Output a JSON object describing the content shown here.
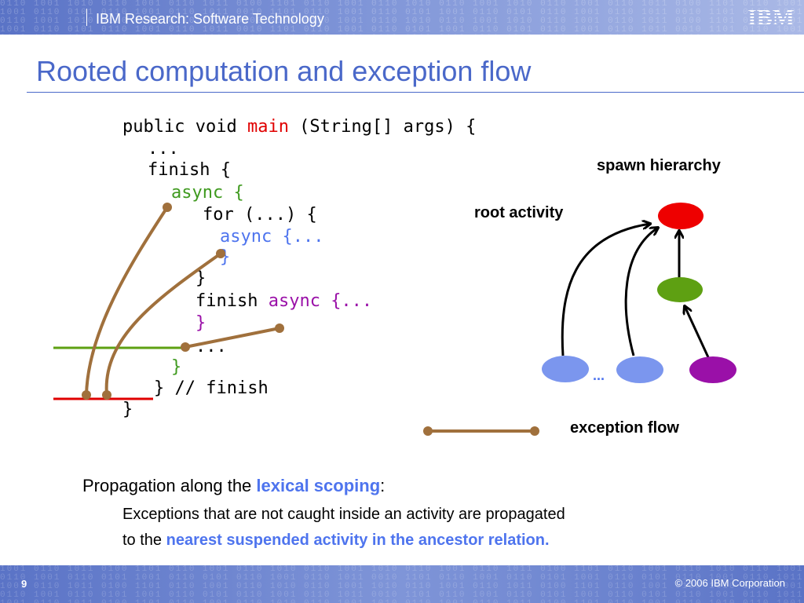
{
  "header": {
    "title": "IBM Research: Software Technology",
    "logo_text": "IBM",
    "binary_pattern": "0110 1001 1010 0110 1001 0110 1011 0100 1101 0110 1001 0110 1010 0110 1001 1010 0110 1001 0110 1011 0100 1101 0110 1001 0110 1010 0110 1001"
  },
  "slide": {
    "title": "Rooted computation and exception flow"
  },
  "code": {
    "l1_a": "public void ",
    "l1_main": "main",
    "l1_b": " (String[] args) {",
    "l2": "...",
    "l3": "finish {",
    "l4": "async {",
    "l5": "for (...) {",
    "l6": "async {...",
    "l7": "}",
    "l8": "}",
    "l9_a": "finish ",
    "l9_b": "async {...",
    "l10": "}",
    "l11": "...",
    "l12": "}",
    "l13": "} // finish",
    "l14": "}"
  },
  "diagram": {
    "spawn_hierarchy_label": "spawn hierarchy",
    "root_activity_label": "root activity",
    "ellipsis_label": "...",
    "exception_flow_label": "exception flow"
  },
  "text": {
    "propagation_prefix": "Propagation along the ",
    "propagation_highlight": "lexical scoping",
    "propagation_suffix": ":",
    "line2": "Exceptions that are not caught inside an activity are propagated",
    "line3_prefix": "to the ",
    "line3_highlight": "nearest suspended activity in the ancestor relation."
  },
  "footer": {
    "page_number": "9",
    "copyright": "© 2006 IBM Corporation",
    "binary_pattern": "1001 0110 1011 0100 1101 0110 1001 0110 1010 0110 1001 1010 0110 1001 0110 1011 0100 1101 0110 1001 0110 1010 0110 1001 1010 0110 1001 0110"
  },
  "colors": {
    "title_blue": "#4a68c9",
    "red": "#e00000",
    "green": "#3f9a1f",
    "blue": "#4e74ee",
    "purple": "#9a10a8",
    "arrow_brown": "#a0703c",
    "node_red": "#ee0000",
    "node_green": "#5ea012",
    "node_blue": "#7b96ee",
    "node_purple": "#9a10a8"
  }
}
